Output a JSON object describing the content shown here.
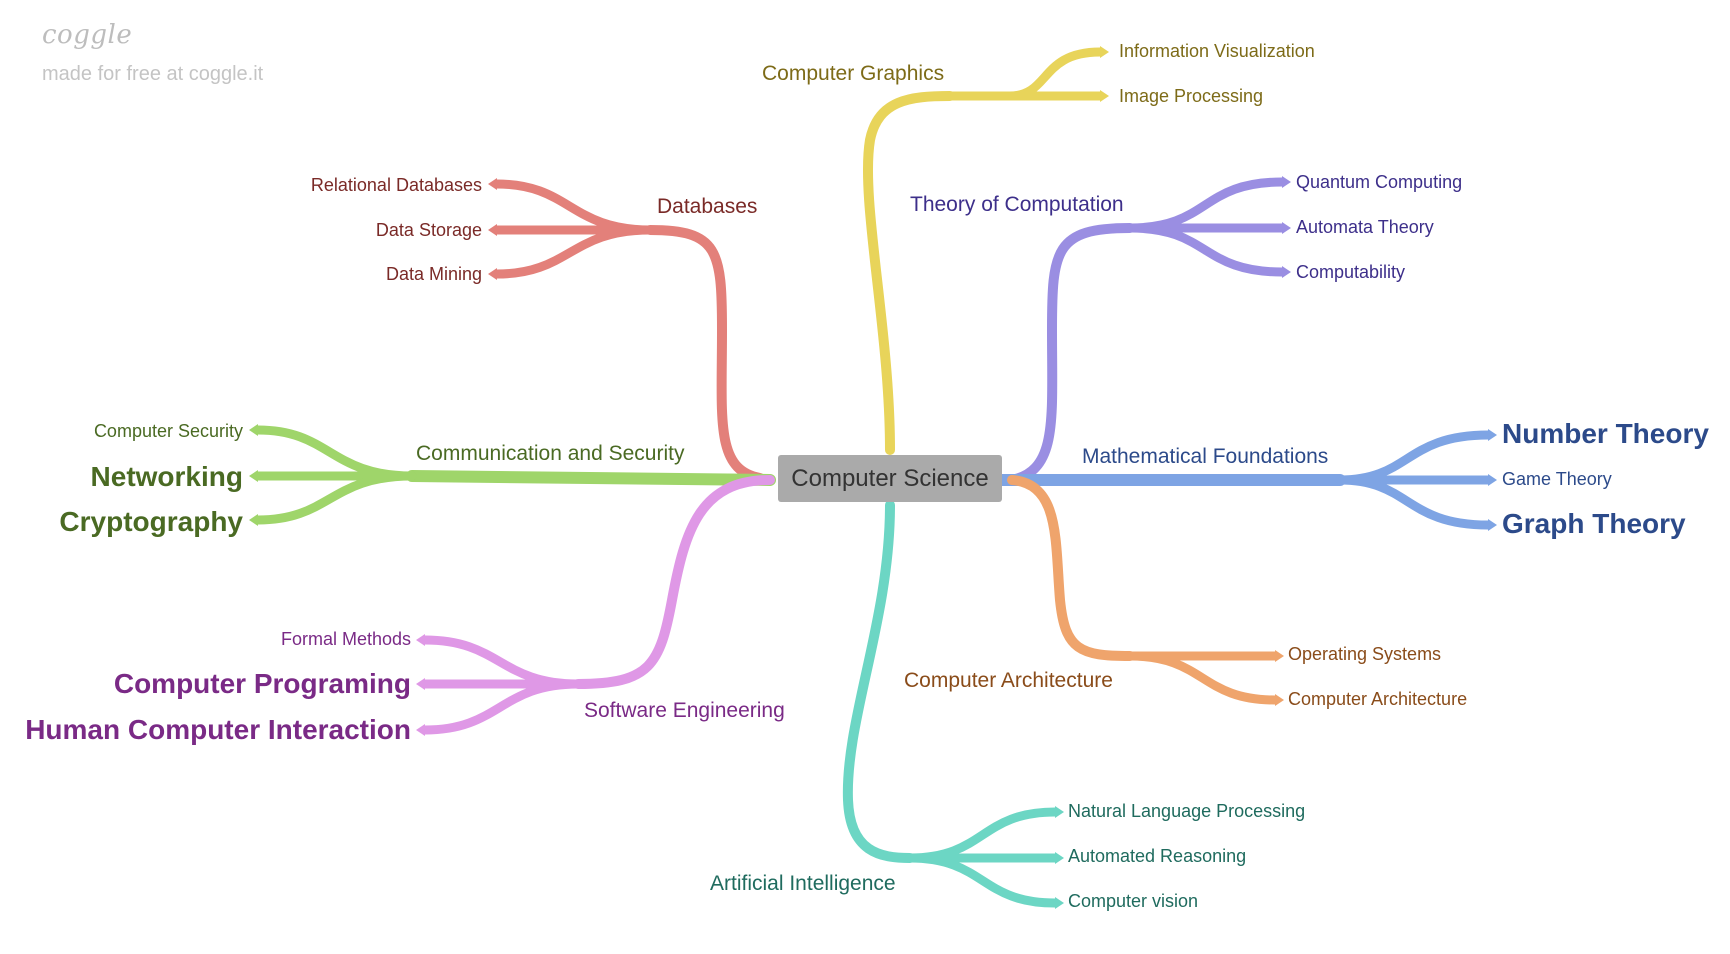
{
  "brand": {
    "logo": "coggle",
    "tagline": "made for free at coggle.it"
  },
  "root": {
    "label": "Computer Science"
  },
  "branches": {
    "graphics": {
      "label": "Computer Graphics",
      "color": "#e8d45a",
      "text": "#7d6b18",
      "children": [
        "Information Visualization",
        "Image Processing"
      ]
    },
    "databases": {
      "label": "Databases",
      "color": "#e3807a",
      "text": "#7a2a27",
      "children": [
        "Relational Databases",
        "Data Storage",
        "Data Mining"
      ]
    },
    "theory": {
      "label": "Theory of Computation",
      "color": "#9a8ee2",
      "text": "#3d2f8a",
      "children": [
        "Quantum Computing",
        "Automata Theory",
        "Computability"
      ]
    },
    "comm": {
      "label": "Communication and Security",
      "color": "#9fd56a",
      "text": "#4a6a23",
      "children": [
        "Computer Security",
        "Networking",
        "Cryptography"
      ]
    },
    "math": {
      "label": "Mathematical Foundations",
      "color": "#7ea4e4",
      "text": "#2c4a8a",
      "children": [
        "Number Theory",
        "Game Theory",
        "Graph Theory"
      ]
    },
    "software": {
      "label": "Software Engineering",
      "color": "#df98e6",
      "text": "#7a2a86",
      "children": [
        "Formal Methods",
        "Computer Programing",
        "Human Computer Interaction"
      ]
    },
    "arch": {
      "label": "Computer Architecture",
      "color": "#efa46c",
      "text": "#8a4c1a",
      "children": [
        "Operating Systems",
        "Computer Architecture"
      ]
    },
    "ai": {
      "label": "Artificial Intelligence",
      "color": "#6cd6c4",
      "text": "#1f6b5e",
      "children": [
        "Natural Language Processing",
        "Automated Reasoning",
        "Computer vision"
      ]
    }
  }
}
